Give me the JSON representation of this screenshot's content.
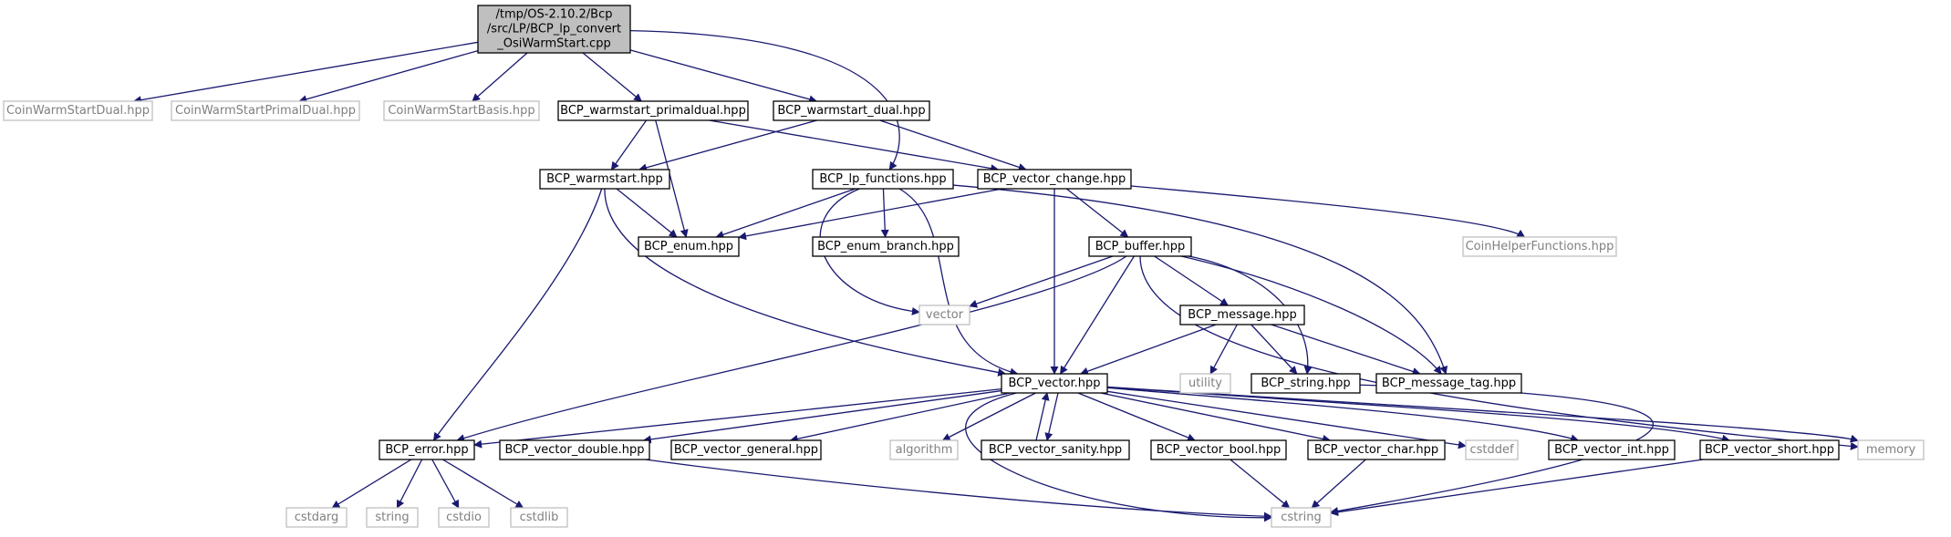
{
  "graph": {
    "edge_color": "#191970",
    "root_fill": "#bfbfbf",
    "doc_border": "#000000",
    "ext_border": "#bfbfbf",
    "ext_text_color": "#808080",
    "nodes": [
      {
        "id": "root",
        "kind": "root",
        "lines": [
          "/tmp/OS-2.10.2/Bcp",
          "/src/LP/BCP_lp_convert",
          "_OsiWarmStart.cpp"
        ]
      },
      {
        "id": "coinwsdual",
        "kind": "ext",
        "lines": [
          "CoinWarmStartDual.hpp"
        ]
      },
      {
        "id": "coinwsprimaldual",
        "kind": "ext",
        "lines": [
          "CoinWarmStartPrimalDual.hpp"
        ]
      },
      {
        "id": "coinwsbasis",
        "kind": "ext",
        "lines": [
          "CoinWarmStartBasis.hpp"
        ]
      },
      {
        "id": "ws_primaldual",
        "kind": "doc",
        "lines": [
          "BCP_warmstart_primaldual.hpp"
        ]
      },
      {
        "id": "ws_dual",
        "kind": "doc",
        "lines": [
          "BCP_warmstart_dual.hpp"
        ]
      },
      {
        "id": "warmstart",
        "kind": "doc",
        "lines": [
          "BCP_warmstart.hpp"
        ]
      },
      {
        "id": "lp_functions",
        "kind": "doc",
        "lines": [
          "BCP_lp_functions.hpp"
        ]
      },
      {
        "id": "vector_change",
        "kind": "doc",
        "lines": [
          "BCP_vector_change.hpp"
        ]
      },
      {
        "id": "enum",
        "kind": "doc",
        "lines": [
          "BCP_enum.hpp"
        ]
      },
      {
        "id": "enum_branch",
        "kind": "doc",
        "lines": [
          "BCP_enum_branch.hpp"
        ]
      },
      {
        "id": "buffer",
        "kind": "doc",
        "lines": [
          "BCP_buffer.hpp"
        ]
      },
      {
        "id": "coinhelper",
        "kind": "ext",
        "lines": [
          "CoinHelperFunctions.hpp"
        ]
      },
      {
        "id": "vector_std",
        "kind": "ext",
        "lines": [
          "vector"
        ]
      },
      {
        "id": "message",
        "kind": "doc",
        "lines": [
          "BCP_message.hpp"
        ]
      },
      {
        "id": "utility",
        "kind": "ext",
        "lines": [
          "utility"
        ]
      },
      {
        "id": "string_h",
        "kind": "doc",
        "lines": [
          "BCP_string.hpp"
        ]
      },
      {
        "id": "message_tag",
        "kind": "doc",
        "lines": [
          "BCP_message_tag.hpp"
        ]
      },
      {
        "id": "vector_h",
        "kind": "doc",
        "lines": [
          "BCP_vector.hpp"
        ]
      },
      {
        "id": "error",
        "kind": "doc",
        "lines": [
          "BCP_error.hpp"
        ]
      },
      {
        "id": "vector_double",
        "kind": "doc",
        "lines": [
          "BCP_vector_double.hpp"
        ]
      },
      {
        "id": "vector_general",
        "kind": "doc",
        "lines": [
          "BCP_vector_general.hpp"
        ]
      },
      {
        "id": "algorithm",
        "kind": "ext",
        "lines": [
          "algorithm"
        ]
      },
      {
        "id": "vector_sanity",
        "kind": "doc",
        "lines": [
          "BCP_vector_sanity.hpp"
        ]
      },
      {
        "id": "vector_bool",
        "kind": "doc",
        "lines": [
          "BCP_vector_bool.hpp"
        ]
      },
      {
        "id": "vector_char",
        "kind": "doc",
        "lines": [
          "BCP_vector_char.hpp"
        ]
      },
      {
        "id": "cstddef",
        "kind": "ext",
        "lines": [
          "cstddef"
        ]
      },
      {
        "id": "vector_int",
        "kind": "doc",
        "lines": [
          "BCP_vector_int.hpp"
        ]
      },
      {
        "id": "vector_short",
        "kind": "doc",
        "lines": [
          "BCP_vector_short.hpp"
        ]
      },
      {
        "id": "memory",
        "kind": "ext",
        "lines": [
          "memory"
        ]
      },
      {
        "id": "cstdarg",
        "kind": "ext",
        "lines": [
          "cstdarg"
        ]
      },
      {
        "id": "string_std",
        "kind": "ext",
        "lines": [
          "string"
        ]
      },
      {
        "id": "cstdio",
        "kind": "ext",
        "lines": [
          "cstdio"
        ]
      },
      {
        "id": "cstdlib",
        "kind": "ext",
        "lines": [
          "cstdlib"
        ]
      },
      {
        "id": "cstring",
        "kind": "ext",
        "lines": [
          "cstring"
        ]
      }
    ],
    "edges": [
      [
        "root",
        "coinwsdual"
      ],
      [
        "root",
        "coinwsprimaldual"
      ],
      [
        "root",
        "coinwsbasis"
      ],
      [
        "root",
        "ws_primaldual"
      ],
      [
        "root",
        "ws_dual"
      ],
      [
        "root",
        "lp_functions"
      ],
      [
        "ws_primaldual",
        "warmstart"
      ],
      [
        "ws_primaldual",
        "enum"
      ],
      [
        "ws_primaldual",
        "vector_change"
      ],
      [
        "ws_dual",
        "warmstart"
      ],
      [
        "ws_dual",
        "vector_change"
      ],
      [
        "warmstart",
        "enum"
      ],
      [
        "warmstart",
        "vector_h"
      ],
      [
        "warmstart",
        "error"
      ],
      [
        "lp_functions",
        "enum"
      ],
      [
        "lp_functions",
        "enum_branch"
      ],
      [
        "lp_functions",
        "vector_std"
      ],
      [
        "lp_functions",
        "vector_h"
      ],
      [
        "lp_functions",
        "message_tag"
      ],
      [
        "vector_change",
        "enum"
      ],
      [
        "vector_change",
        "buffer"
      ],
      [
        "vector_change",
        "vector_h"
      ],
      [
        "vector_change",
        "coinhelper"
      ],
      [
        "buffer",
        "vector_std"
      ],
      [
        "buffer",
        "message"
      ],
      [
        "buffer",
        "string_h"
      ],
      [
        "buffer",
        "message_tag"
      ],
      [
        "buffer",
        "vector_h"
      ],
      [
        "buffer",
        "error"
      ],
      [
        "buffer",
        "memory"
      ],
      [
        "message",
        "utility"
      ],
      [
        "message",
        "string_h"
      ],
      [
        "message",
        "message_tag"
      ],
      [
        "message",
        "vector_h"
      ],
      [
        "string_h",
        "cstring"
      ],
      [
        "vector_h",
        "error"
      ],
      [
        "vector_h",
        "vector_double"
      ],
      [
        "vector_h",
        "vector_general"
      ],
      [
        "vector_h",
        "algorithm"
      ],
      [
        "vector_h",
        "vector_sanity"
      ],
      [
        "vector_sanity",
        "vector_h"
      ],
      [
        "vector_h",
        "vector_bool"
      ],
      [
        "vector_h",
        "vector_char"
      ],
      [
        "vector_h",
        "cstddef"
      ],
      [
        "vector_h",
        "vector_int"
      ],
      [
        "vector_h",
        "vector_short"
      ],
      [
        "vector_h",
        "memory"
      ],
      [
        "vector_h",
        "cstring"
      ],
      [
        "error",
        "cstdarg"
      ],
      [
        "error",
        "string_std"
      ],
      [
        "error",
        "cstdio"
      ],
      [
        "error",
        "cstdlib"
      ],
      [
        "vector_double",
        "cstring"
      ],
      [
        "vector_bool",
        "cstring"
      ],
      [
        "vector_char",
        "cstring"
      ],
      [
        "vector_short",
        "cstring"
      ]
    ]
  }
}
